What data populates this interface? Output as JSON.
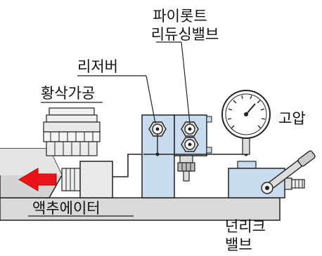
{
  "labels": {
    "pilot_valve_line1": "파이롯트",
    "pilot_valve_line2": "리듀싱밸브",
    "reducer": "리저버",
    "workpiece": "황삭가공",
    "high_pressure": "고압",
    "actuator": "액추에이터",
    "nonleak_line1": "넌리크",
    "nonleak_line2": "밸브"
  },
  "colors": {
    "valve_block": "#c9dcef",
    "base_plate": "#d9d9d9",
    "arrow": "#e8141a",
    "outline": "#222222"
  }
}
